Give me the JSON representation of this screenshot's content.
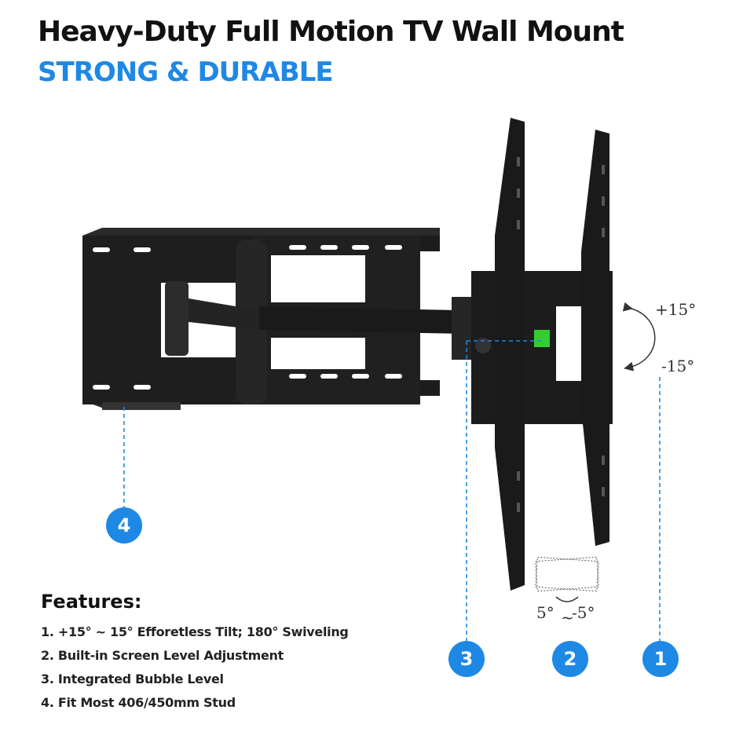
{
  "header": {
    "title": "Heavy-Duty Full Motion TV Wall Mount",
    "subtitle": "STRONG & DURABLE"
  },
  "colors": {
    "accent": "#1e88e5",
    "mount": "#1c1c1c",
    "bubble_level": "#33cc33"
  },
  "annotations": {
    "tilt_up": "+15°",
    "tilt_down": "-15°",
    "level_left": "5°",
    "level_tilde": "~",
    "level_right": "-5°"
  },
  "callouts": [
    "1",
    "2",
    "3",
    "4"
  ],
  "features": {
    "heading": "Features:",
    "items": [
      "1. +15° ~ 15° Efforetless Tilt; 180° Swiveling",
      "2. Built-in Screen Level Adjustment",
      "3. Integrated Bubble Level",
      "4. Fit Most 406/450mm Stud"
    ]
  }
}
